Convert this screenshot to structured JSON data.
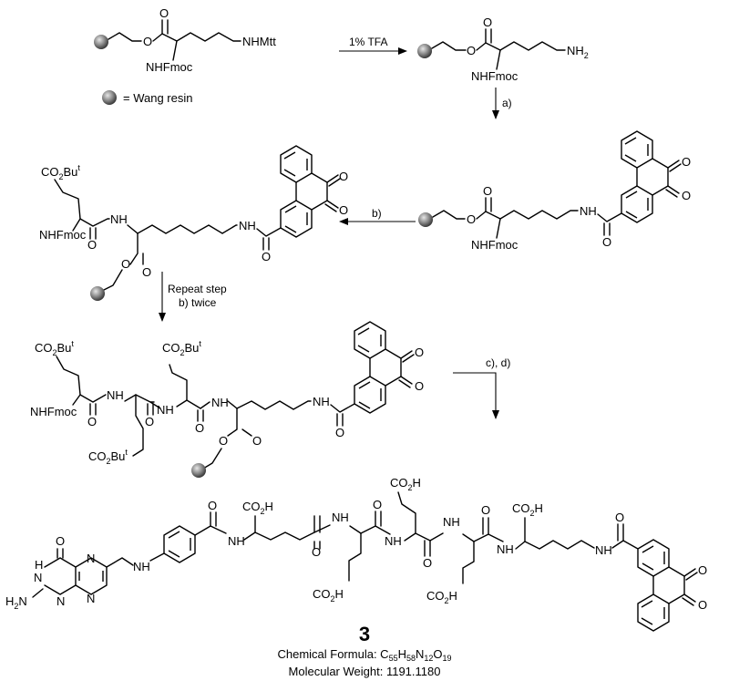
{
  "labels": {
    "nhmtt": "NHMtt",
    "nhfmoc": "NHFmoc",
    "nh": "NH",
    "nh2_base": "NH",
    "nh2_sub": "2",
    "o": "O",
    "h": "H",
    "n": "N",
    "co2_base": "CO",
    "co2_sub": "2",
    "bu": "Bu",
    "bu_sup": "t",
    "co2h_base": "CO",
    "co2h_sub": "2",
    "co2h_h": "H",
    "h2n_base": "H",
    "h2n_sub": "2",
    "h2n_n": "N"
  },
  "legend": {
    "text": "= Wang resin"
  },
  "reagents": {
    "step1": "1% TFA",
    "a": "a)",
    "b": "b)",
    "repeat_line1": "Repeat step",
    "repeat_line2": "b) twice",
    "cd": "c), d)"
  },
  "product": {
    "number": "3",
    "formula_prefix": "Chemical Formula: ",
    "formula_parts": [
      {
        "t": "C",
        "s": "55"
      },
      {
        "t": "H",
        "s": "58"
      },
      {
        "t": "N",
        "s": "12"
      },
      {
        "t": "O",
        "s": "19"
      }
    ],
    "mw": "Molecular Weight: 1191.1180"
  }
}
